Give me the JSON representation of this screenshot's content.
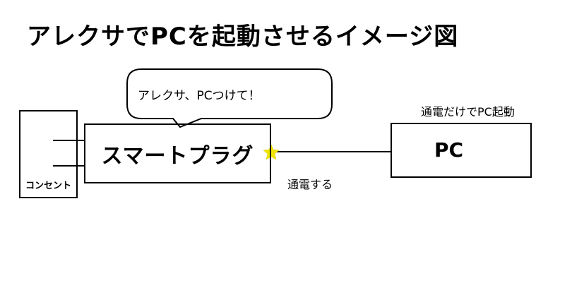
{
  "title": "アレクサでPCを起動させるイメージ図",
  "outlet": {
    "label": "コンセント"
  },
  "smart_plug": {
    "label": "スマートプラグ"
  },
  "speech_bubble": {
    "text": "アレクサ、PCつけて！"
  },
  "pc": {
    "label": "PC"
  },
  "captions": {
    "power_on": "通電する",
    "pc_boot": "通電だけでPC起動"
  },
  "colors": {
    "star": "#f2e600",
    "line": "#000000"
  }
}
